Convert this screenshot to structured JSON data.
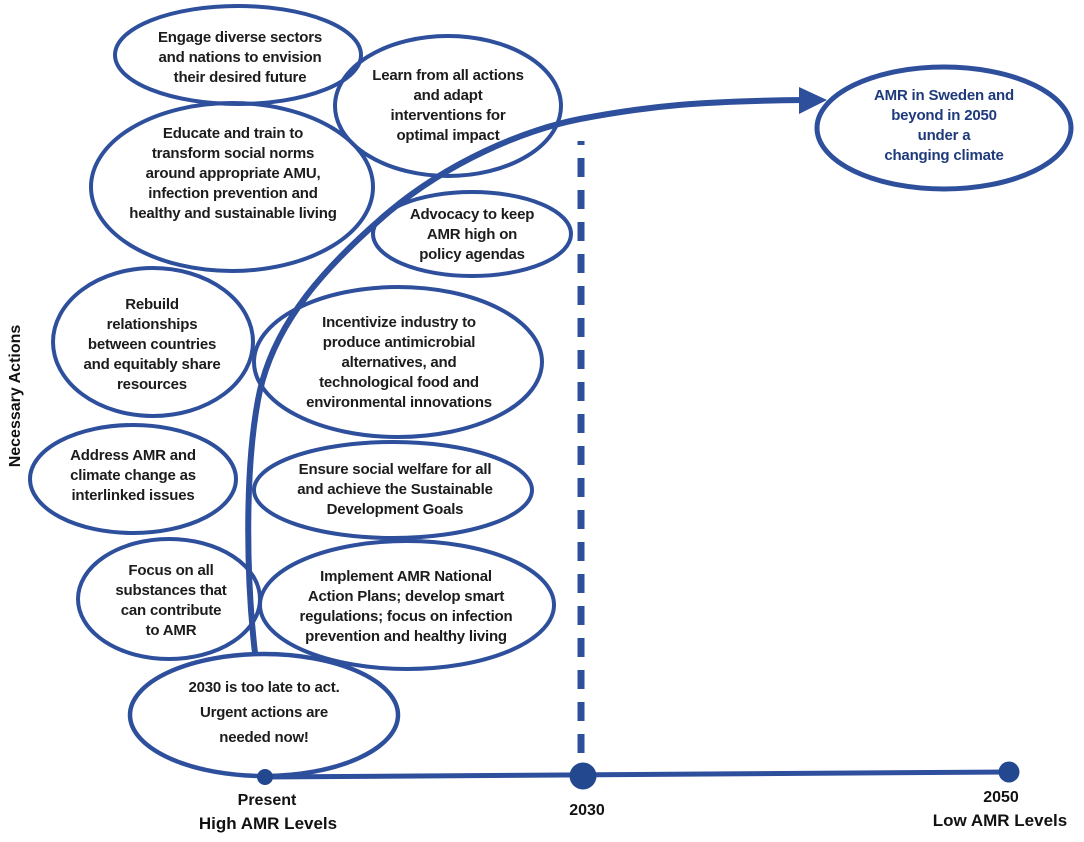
{
  "figure": {
    "y_axis_label": "Necessary Actions",
    "bubbles": [
      {
        "id": "engage",
        "text": "Engage diverse sectors\nand nations to envision\ntheir desired future"
      },
      {
        "id": "learn",
        "text": "Learn from all actions\nand adapt\ninterventions for\noptimal impact"
      },
      {
        "id": "educate",
        "text": "Educate and train to\ntransform social norms\naround appropriate AMU,\ninfection prevention and\nhealthy and sustainable living"
      },
      {
        "id": "advocacy",
        "text": "Advocacy to keep\nAMR high on\npolicy agendas"
      },
      {
        "id": "rebuild",
        "text": "Rebuild\nrelationships\nbetween countries\nand equitably share\nresources"
      },
      {
        "id": "incentivize",
        "text": "Incentivize industry to\nproduce antimicrobial\nalternatives, and\ntechnological food and\nenvironmental innovations"
      },
      {
        "id": "address",
        "text": "Address AMR and\nclimate change as\ninterlinked issues"
      },
      {
        "id": "ensure",
        "text": "Ensure social welfare for all\nand achieve the Sustainable\nDevelopment Goals"
      },
      {
        "id": "focus",
        "text": "Focus on all\nsubstances that\ncan contribute\nto AMR"
      },
      {
        "id": "implement",
        "text": "Implement AMR National\nAction Plans; develop smart\nregulations; focus on infection\nprevention and healthy living"
      },
      {
        "id": "too_late",
        "text": "2030 is too late to act.\nUrgent actions are\nneeded now!"
      }
    ],
    "goal_bubble": {
      "text": "AMR in Sweden and\nbeyond in 2050 under a\nchanging climate"
    },
    "timeline": {
      "present_label": "Present",
      "present_sublabel": "High AMR Levels",
      "mid_label": "2030",
      "end_label": "2050",
      "end_sublabel": "Low AMR Levels"
    },
    "colors": {
      "line": "#2e4f9c",
      "dot": "#24488f",
      "ink": "#1c1c1c",
      "goal_ink": "#1f3a7c"
    }
  }
}
